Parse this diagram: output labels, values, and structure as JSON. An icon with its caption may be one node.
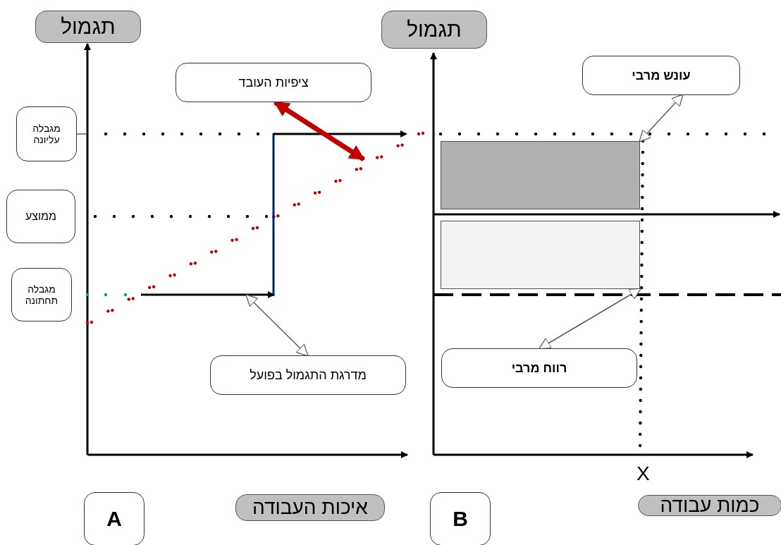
{
  "diagram": {
    "nodes": [
      {
        "text": [
          "תגמול"
        ]
      },
      {
        "text": [
          "תגמול"
        ]
      },
      {
        "text": [
          "ציפיות העובד"
        ]
      },
      {
        "text": [
          "עונש מרבי"
        ]
      },
      {
        "text": [
          "מגבלה עליונה"
        ]
      },
      {
        "text": [
          "ממוצע"
        ]
      },
      {
        "text": [
          "מגבלה תחתונה"
        ]
      },
      {
        "text": [
          "מדרגת התגמול בפועל"
        ]
      },
      {
        "text": [
          "רווח מרבי"
        ]
      },
      {
        "text": [
          "A"
        ]
      },
      {
        "text": [
          "איכות העבודה"
        ]
      },
      {
        "text": [
          "B"
        ]
      },
      {
        "text": [
          "כמות עבודה"
        ]
      },
      {
        "text": [],
        "shape": "box"
      },
      {
        "text": [],
        "shape": "box"
      }
    ],
    "edges": [
      {
        "from": 2,
        "to": null,
        "arrow": "both",
        "style": "thick",
        "color": "#c00000"
      },
      {
        "from": 3,
        "to": 13,
        "arrow": "both"
      },
      {
        "from": 7,
        "to": null,
        "arrow": "both"
      },
      {
        "from": 8,
        "to": 14,
        "arrow": "both"
      },
      {
        "from": 4,
        "to": null,
        "arrow": "none"
      }
    ],
    "labels": [
      "X"
    ]
  }
}
